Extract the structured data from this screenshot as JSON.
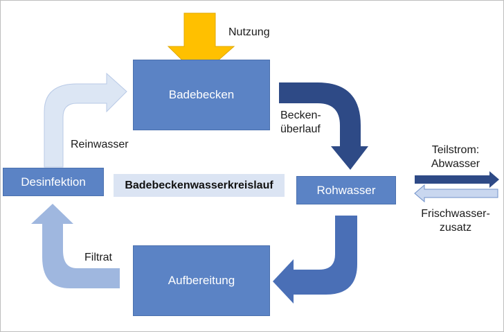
{
  "diagram": {
    "title": "Badebeckenwasserkreislauf",
    "boxes": {
      "badebecken": "Badebecken",
      "rohwasser": "Rohwasser",
      "aufbereitung": "Aufbereitung",
      "desinfektion": "Desinfektion"
    },
    "labels": {
      "nutzung": "Nutzung",
      "beckenueberlauf_line1": "Becken-",
      "beckenueberlauf_line2": "überlauf",
      "reinwasser": "Reinwasser",
      "filtrat": "Filtrat",
      "teilstrom_line1": "Teilstrom:",
      "teilstrom_line2": "Abwasser",
      "frischwasser_line1": "Frischwasser-",
      "frischwasser_line2": "zusatz"
    },
    "colors": {
      "box_fill": "#5b83c5",
      "nutzung_arrow": "#ffc000",
      "overflow_arrow": "#2e4a86",
      "rohwasser_to_aufbereitung_arrow": "#4a6fb6",
      "filtrat_arrow": "#9fb7df",
      "reinwasser_arrow": "#dce6f4",
      "abwasser_arrow": "#2e4a86",
      "frischwasser_arrow": "#c9d7ef",
      "title_background": "#dbe4f3"
    }
  }
}
